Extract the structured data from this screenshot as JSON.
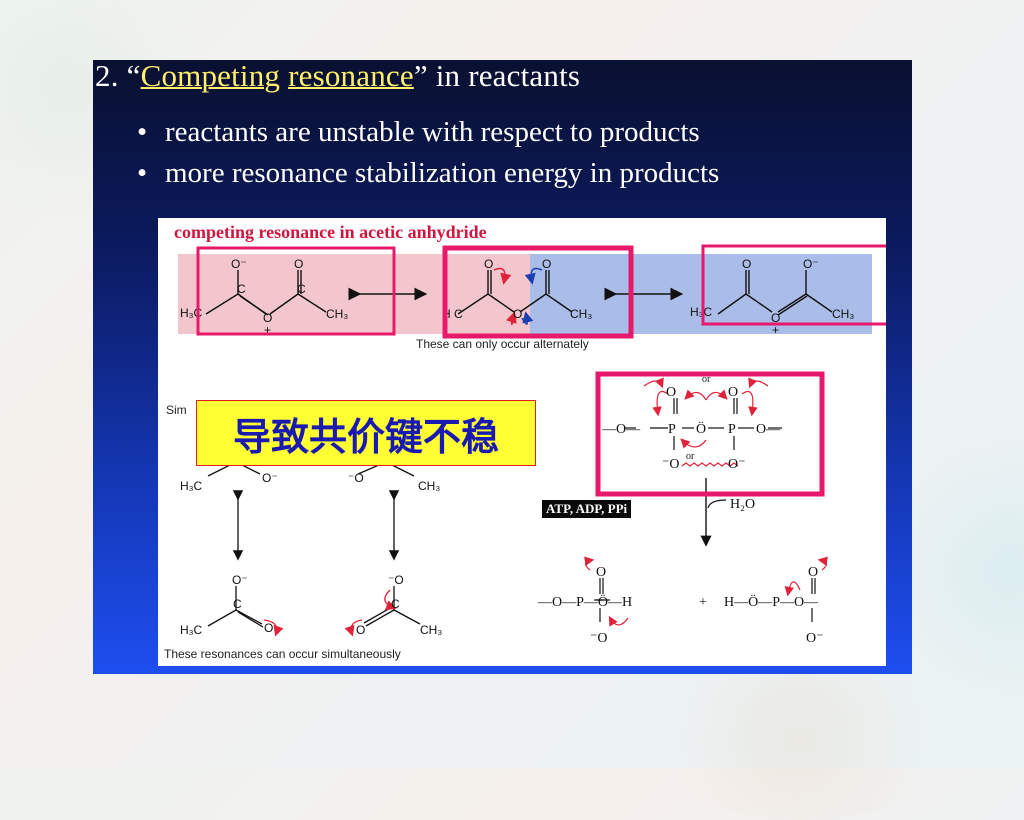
{
  "slide": {
    "title_prefix": "2.  “",
    "title_hl1": "Competing",
    "title_hl2": "resonance",
    "title_suffix": "” in reactants",
    "bullets": [
      "reactants are unstable with respect to products",
      "more resonance stabilization energy in products"
    ]
  },
  "figure": {
    "heading": "competing resonance in acetic anhydride",
    "caption_top": "These can only occur alternately",
    "sim_label": "Sim",
    "caption_bottom": "These resonances can occur simultaneously",
    "atp_label": "ATP, ADP, PPi",
    "labels": {
      "h3c": "H₃C",
      "ch3": "CH₃",
      "o": "O",
      "o_minus": "O⁻",
      "o_plus": "O",
      "plus": "+",
      "p": "P",
      "h": "H",
      "h2o": "H₂O",
      "or": "or",
      "plus_sign": "+",
      "minus_o": "⁻O"
    }
  },
  "callout": {
    "text": "导致共价键不稳"
  },
  "colors": {
    "accent_red": "#e8196b",
    "heading_red": "#d0153f",
    "title_yellow": "#ffef6a",
    "pink_band": "#f3c6cd",
    "blue_band": "#a9bde8",
    "callout_bg": "#ffff33",
    "callout_text": "#1a1ab0"
  }
}
